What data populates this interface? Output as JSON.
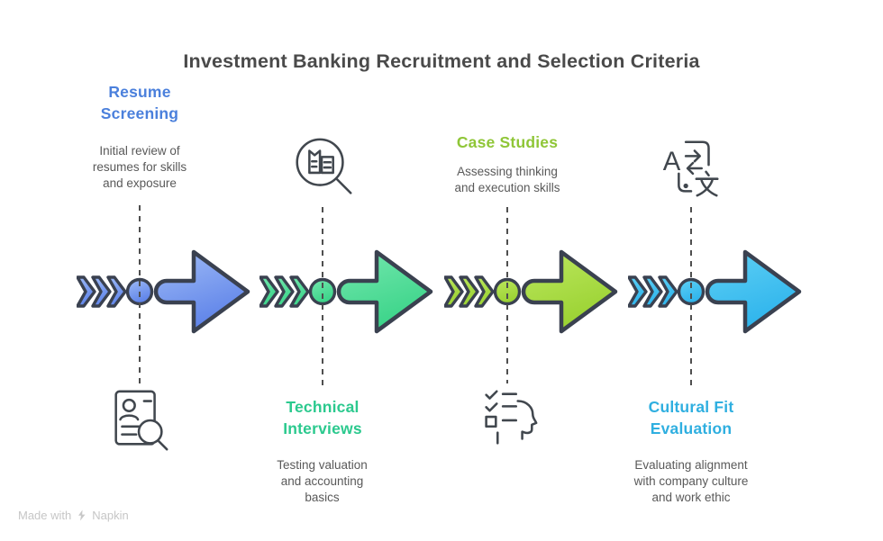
{
  "title": "Investment Banking Recruitment and Selection Criteria",
  "stages": [
    {
      "label": "Resume Screening",
      "label_color": "#4b80dc",
      "description": "Initial review of resumes for skills and exposure",
      "grad_light": "#9FBBF6",
      "grad_dark": "#5E83E9",
      "icon": "resume-search-icon"
    },
    {
      "label": "Technical Interviews",
      "label_color": "#2bc98e",
      "description": "Testing valuation and accounting basics",
      "grad_light": "#74E7AE",
      "grad_dark": "#3BD489",
      "icon": "magnifier-ledger-icon"
    },
    {
      "label": "Case Studies",
      "label_color": "#8fc637",
      "description": "Assessing thinking and execution skills",
      "grad_light": "#BCE75E",
      "grad_dark": "#9AD232",
      "icon": "thinking-checklist-icon"
    },
    {
      "label": "Cultural Fit Evaluation",
      "label_color": "#2fafe0",
      "description": "Evaluating alignment with company culture and work ethic",
      "grad_light": "#5FD0F5",
      "grad_dark": "#2EB4EC",
      "icon": "translation-icon"
    }
  ],
  "footer": {
    "made_with": "Made with",
    "brand": "Napkin"
  }
}
